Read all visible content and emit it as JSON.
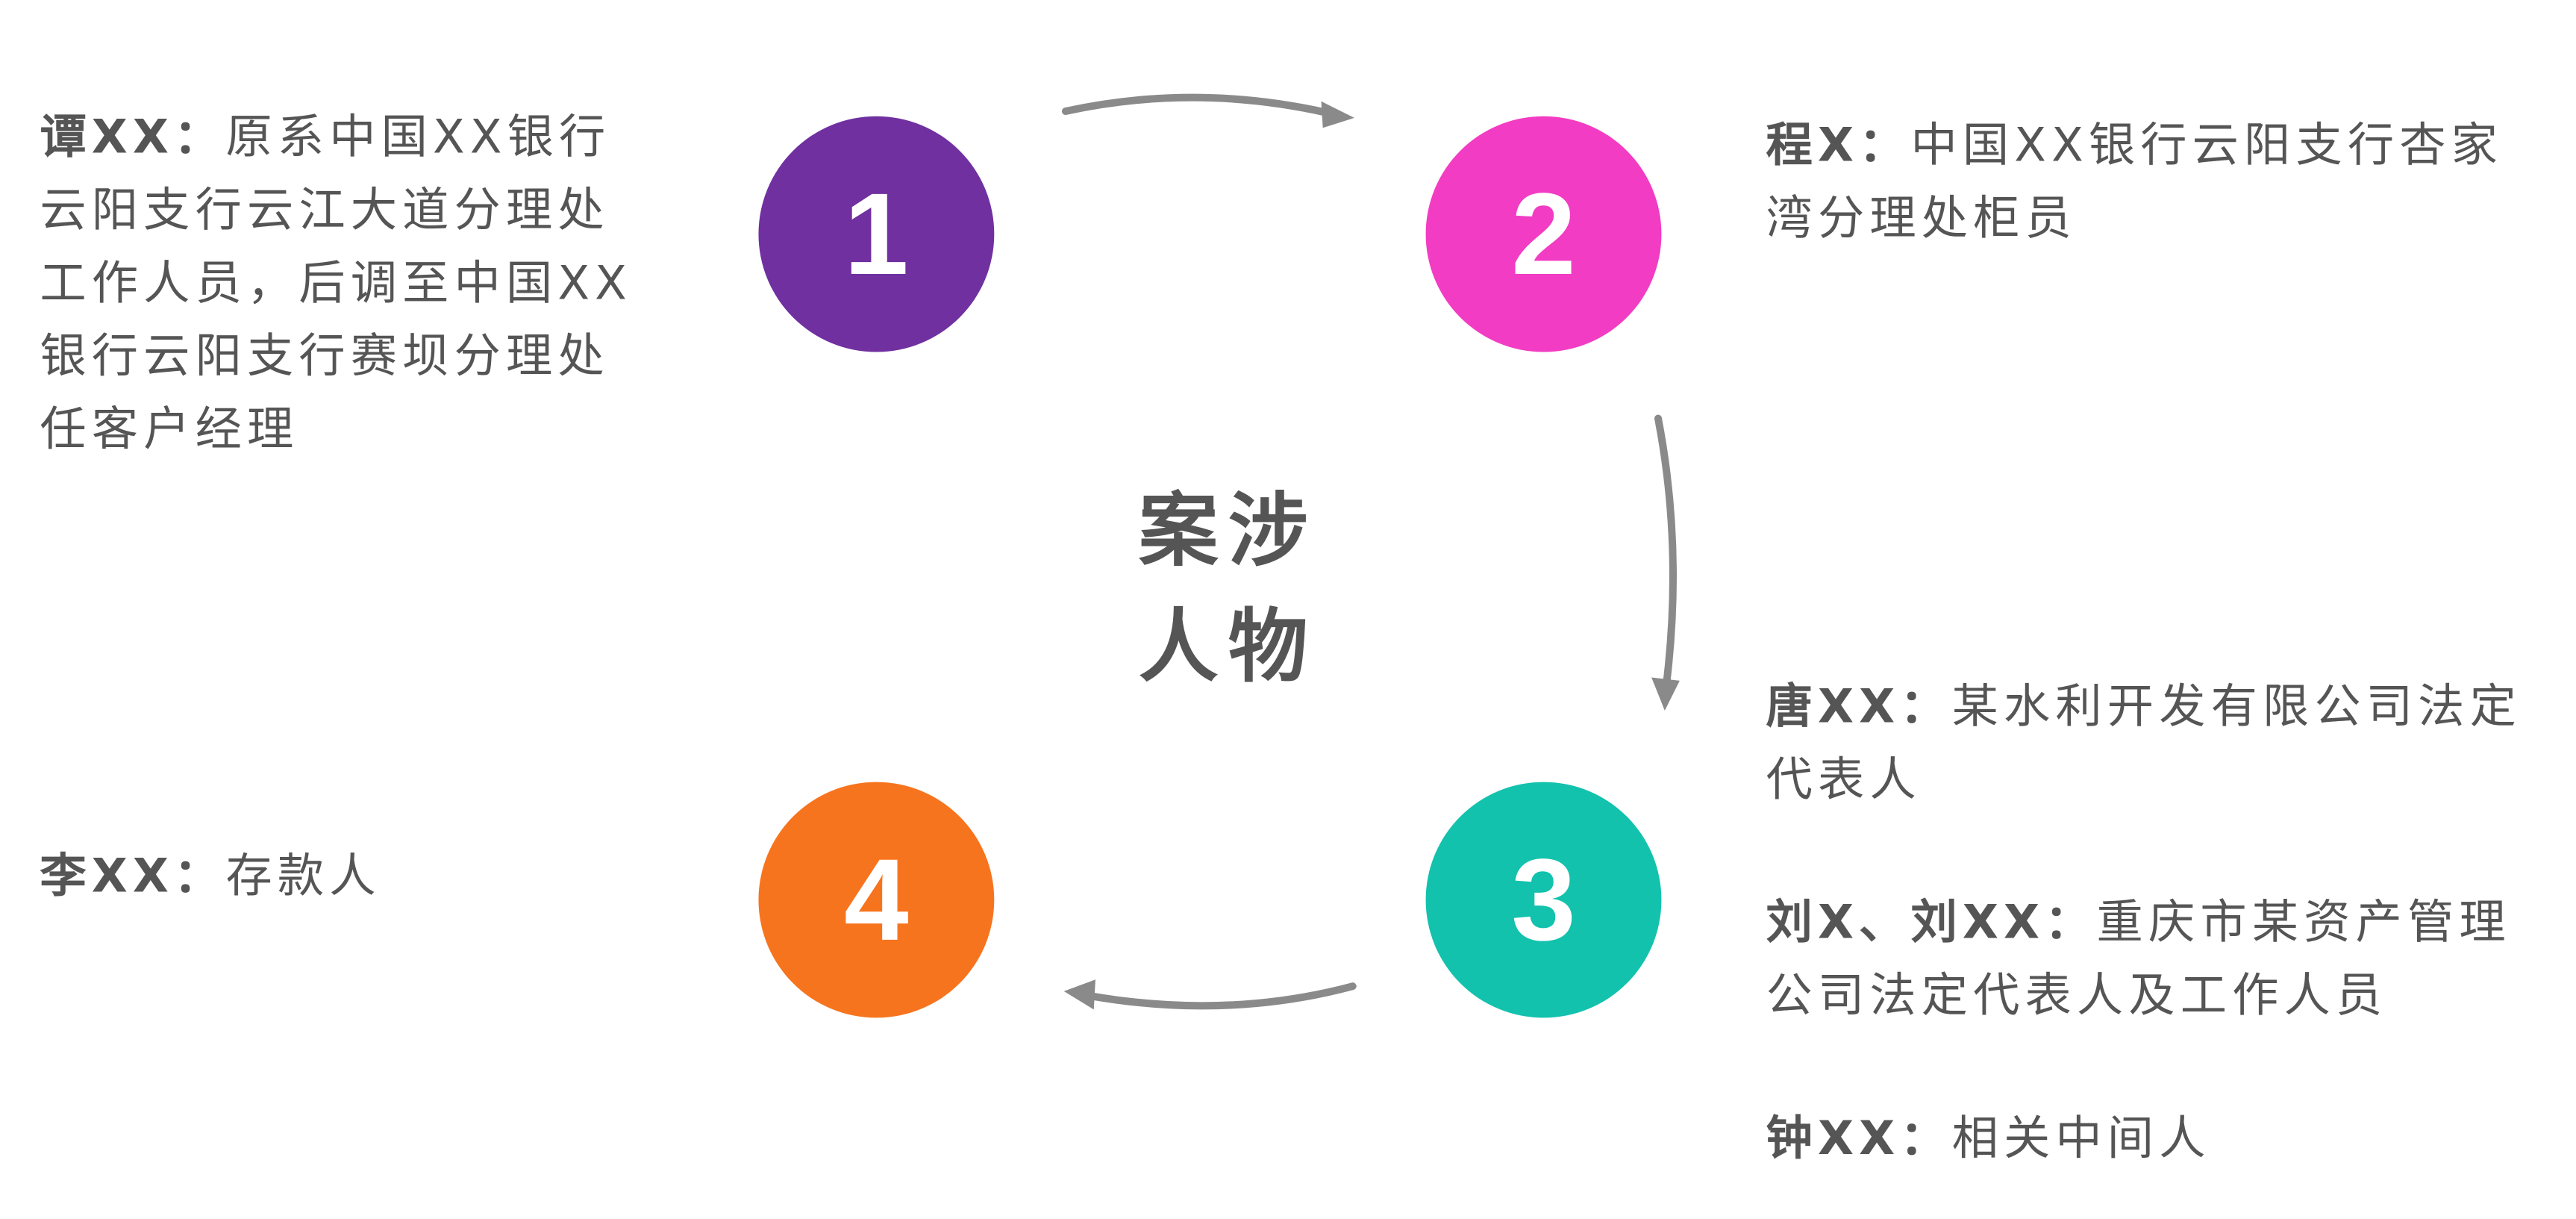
{
  "diagram": {
    "center_title_line1": "案涉",
    "center_title_line2": "人物",
    "nodes": [
      {
        "label": "1",
        "color": "#7030a0"
      },
      {
        "label": "2",
        "color": "#f23cc3"
      },
      {
        "label": "3",
        "color": "#12c2ad"
      },
      {
        "label": "4",
        "color": "#f7741e"
      }
    ],
    "descriptions": {
      "node1": {
        "name": "谭XX：",
        "text": "原系中国XX银行云阳支行云江大道分理处工作人员，后调至中国XX银行云阳支行赛坝分理处任客户经理"
      },
      "node2": {
        "name": "程X：",
        "text": "中国XX银行云阳支行杏家湾分理处柜员"
      },
      "node3": [
        {
          "name": "唐XX：",
          "text": "某水利开发有限公司法定代表人"
        },
        {
          "name": "刘X、刘XX：",
          "text": "重庆市某资产管理公司法定代表人及工作人员"
        },
        {
          "name": "钟XX：",
          "text": "相关中间人"
        }
      ],
      "node4": {
        "name": "李XX：",
        "text": "存款人"
      }
    },
    "arrow_color": "#8a8a8a"
  }
}
